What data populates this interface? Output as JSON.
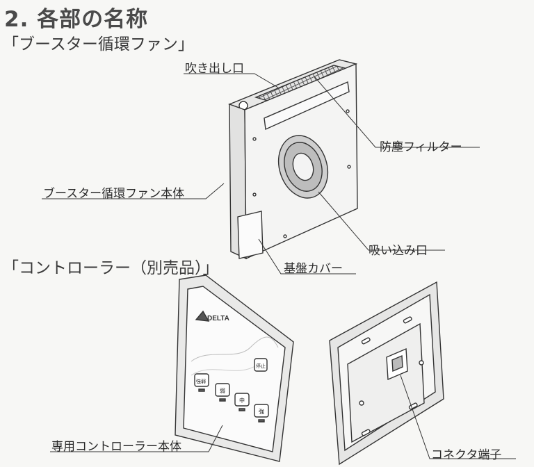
{
  "page": {
    "title": "2. 各部の名称",
    "section_fan": "「ブースター循環ファン」",
    "section_controller": "「コントローラー（別売品）」"
  },
  "labels": {
    "outlet": "吹き出し口",
    "dust_filter": "防塵フィルター",
    "fan_body": "ブースター循環ファン本体",
    "inlet": "吸い込み口",
    "board_cover": "基盤カバー",
    "controller_body": "専用コントローラー本体",
    "connector": "コネクタ端子"
  },
  "controller_face": {
    "brand": "DELTA",
    "buttons": [
      "停止",
      "強弱",
      "弱",
      "中",
      "強"
    ]
  }
}
